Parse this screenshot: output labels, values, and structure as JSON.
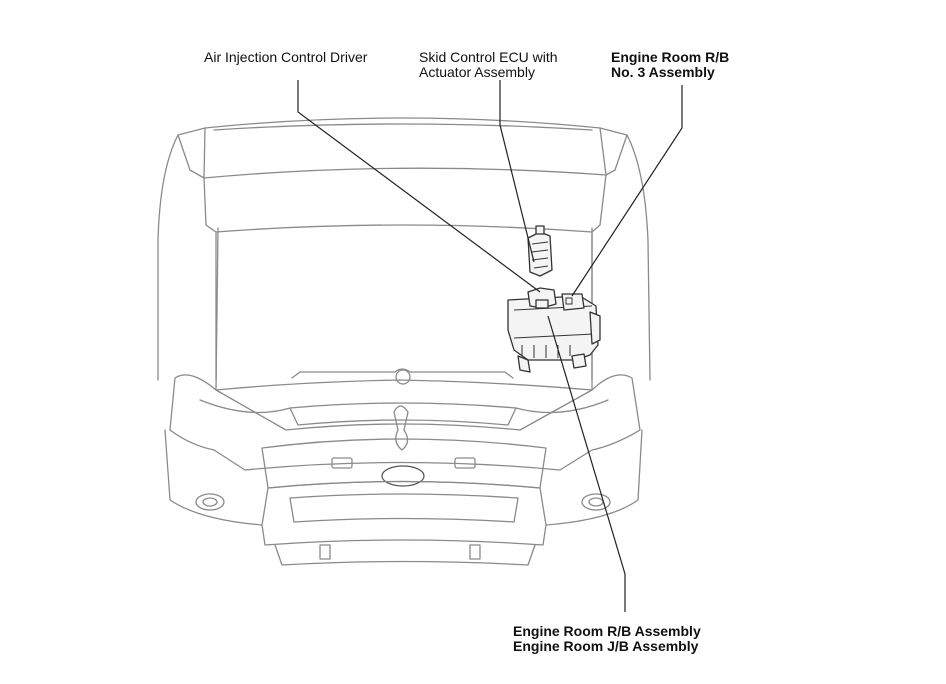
{
  "labels": {
    "air_injection": "Air Injection Control Driver",
    "skid_control_line1": "Skid Control ECU with",
    "skid_control_line2": "Actuator Assembly",
    "rb3_line1": "Engine Room R/B",
    "rb3_line2": "No. 3 Assembly",
    "rb_line1": "Engine Room R/B Assembly",
    "jb_line2": "Engine Room J/B Assembly"
  },
  "colors": {
    "outline": "#8a8a8a",
    "component": "#333333",
    "leader": "#222222"
  }
}
